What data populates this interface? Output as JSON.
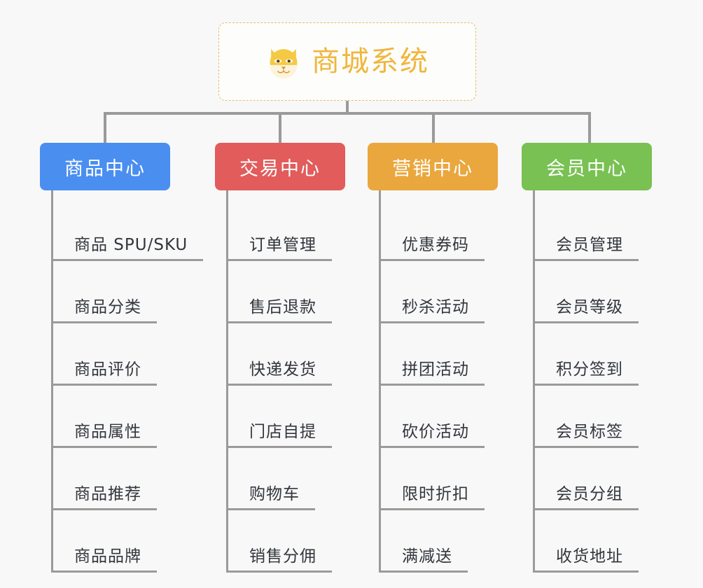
{
  "background_color": "#f8f8f8",
  "root": {
    "title": "商城系统",
    "logo_icon": "shiba-dog-face-icon",
    "text_color": "#f0b63c",
    "border_color": "#e8bc6a"
  },
  "connector_color": "#9a9a9a",
  "columns": [
    {
      "id": "product-center",
      "label": "商品中心",
      "color": "#4a8ef0",
      "items": [
        "商品 SPU/SKU",
        "商品分类",
        "商品评价",
        "商品属性",
        "商品推荐",
        "商品品牌"
      ]
    },
    {
      "id": "trade-center",
      "label": "交易中心",
      "color": "#e25c5c",
      "items": [
        "订单管理",
        "售后退款",
        "快递发货",
        "门店自提",
        "购物车",
        "销售分佣"
      ]
    },
    {
      "id": "marketing-center",
      "label": "营销中心",
      "color": "#eaa73e",
      "items": [
        "优惠券码",
        "秒杀活动",
        "拼团活动",
        "砍价活动",
        "限时折扣",
        "满减送"
      ]
    },
    {
      "id": "member-center",
      "label": "会员中心",
      "color": "#79c153",
      "items": [
        "会员管理",
        "会员等级",
        "积分签到",
        "会员标签",
        "会员分组",
        "收货地址"
      ]
    }
  ]
}
